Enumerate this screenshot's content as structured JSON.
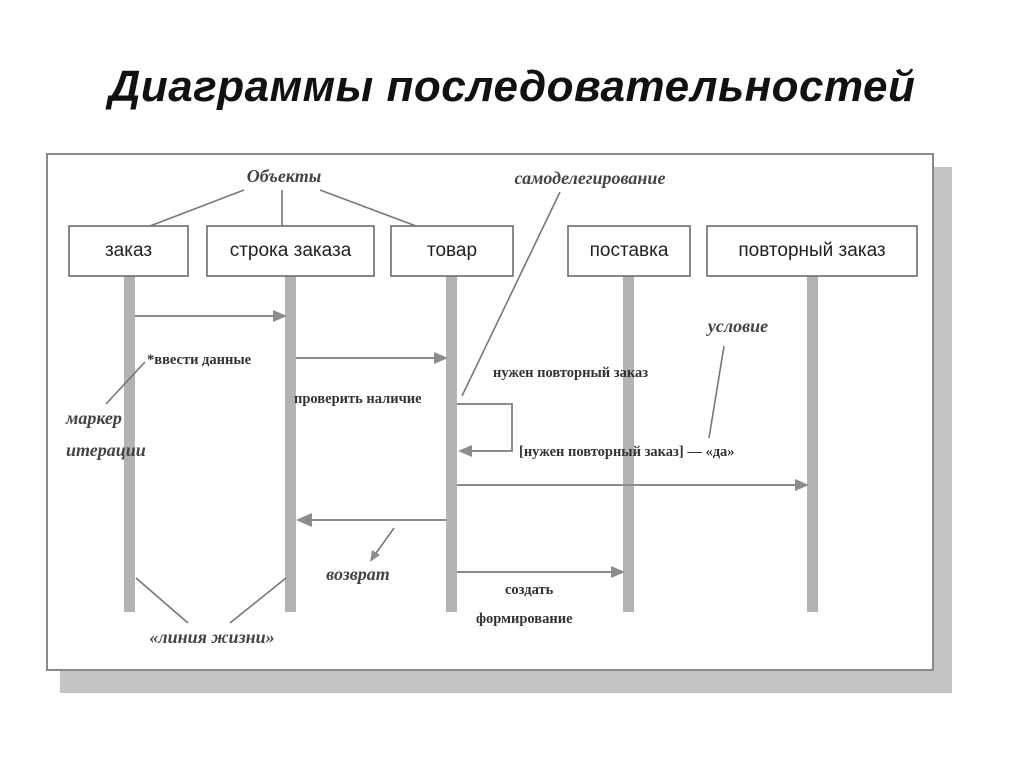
{
  "slide": {
    "title": "Диаграммы последовательностей"
  },
  "objects": [
    {
      "id": "order",
      "label": "заказ"
    },
    {
      "id": "order-line",
      "label": "строка заказа"
    },
    {
      "id": "product",
      "label": "товар"
    },
    {
      "id": "delivery",
      "label": "поставка"
    },
    {
      "id": "reorder",
      "label": "повторный заказ"
    }
  ],
  "messages": {
    "enter_data": "*ввести данные",
    "check_availability": "проверить наличие",
    "need_reorder": "нужен повторный заказ",
    "guard_condition": "[нужен повторный заказ] — «да»",
    "create": "создать",
    "formation": "формирование"
  },
  "callouts": {
    "objects": "Объекты",
    "self_delegation": "самоделегирование",
    "condition": "условие",
    "iteration_marker_1": "маркер",
    "iteration_marker_2": "итерации",
    "return": "возврат",
    "lifeline": "«линия жизни»"
  },
  "colors": {
    "lifeline": "#b3b3b3",
    "shadow": "#c4c4c4",
    "line": "#8c8c8c"
  }
}
